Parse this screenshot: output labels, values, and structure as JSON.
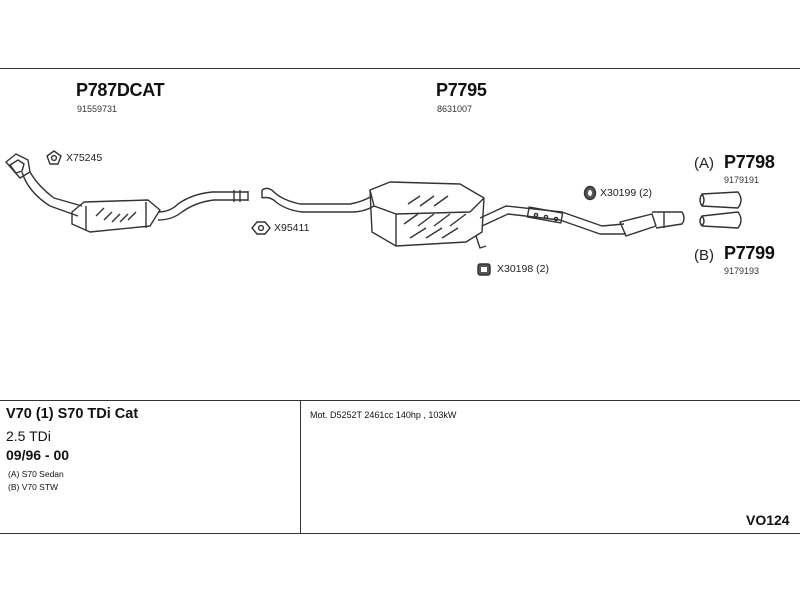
{
  "parts": {
    "cat": {
      "code": "P787DCAT",
      "oe": "91559731"
    },
    "rear": {
      "code": "P7795",
      "oe": "8631007"
    },
    "tipA": {
      "variant": "(A)",
      "code": "P7798",
      "oe": "9179191"
    },
    "tipB": {
      "variant": "(B)",
      "code": "P7799",
      "oe": "9179193"
    }
  },
  "fittings": {
    "gasket1": "X75245",
    "clamp1": "X95411",
    "hanger1": "X30199 (2)",
    "hanger2": "X30198 (2)"
  },
  "vehicle": {
    "model": "V70 (1) S70 TDi Cat",
    "engine": "2.5 TDi",
    "years": "09/96 - 00",
    "variant_a": "(A) S70 Sedan",
    "variant_b": "(B) V70 STW"
  },
  "motor_info": "Mot. D5252T 2461cc 140hp , 103kW",
  "diagram_code": "VO124"
}
